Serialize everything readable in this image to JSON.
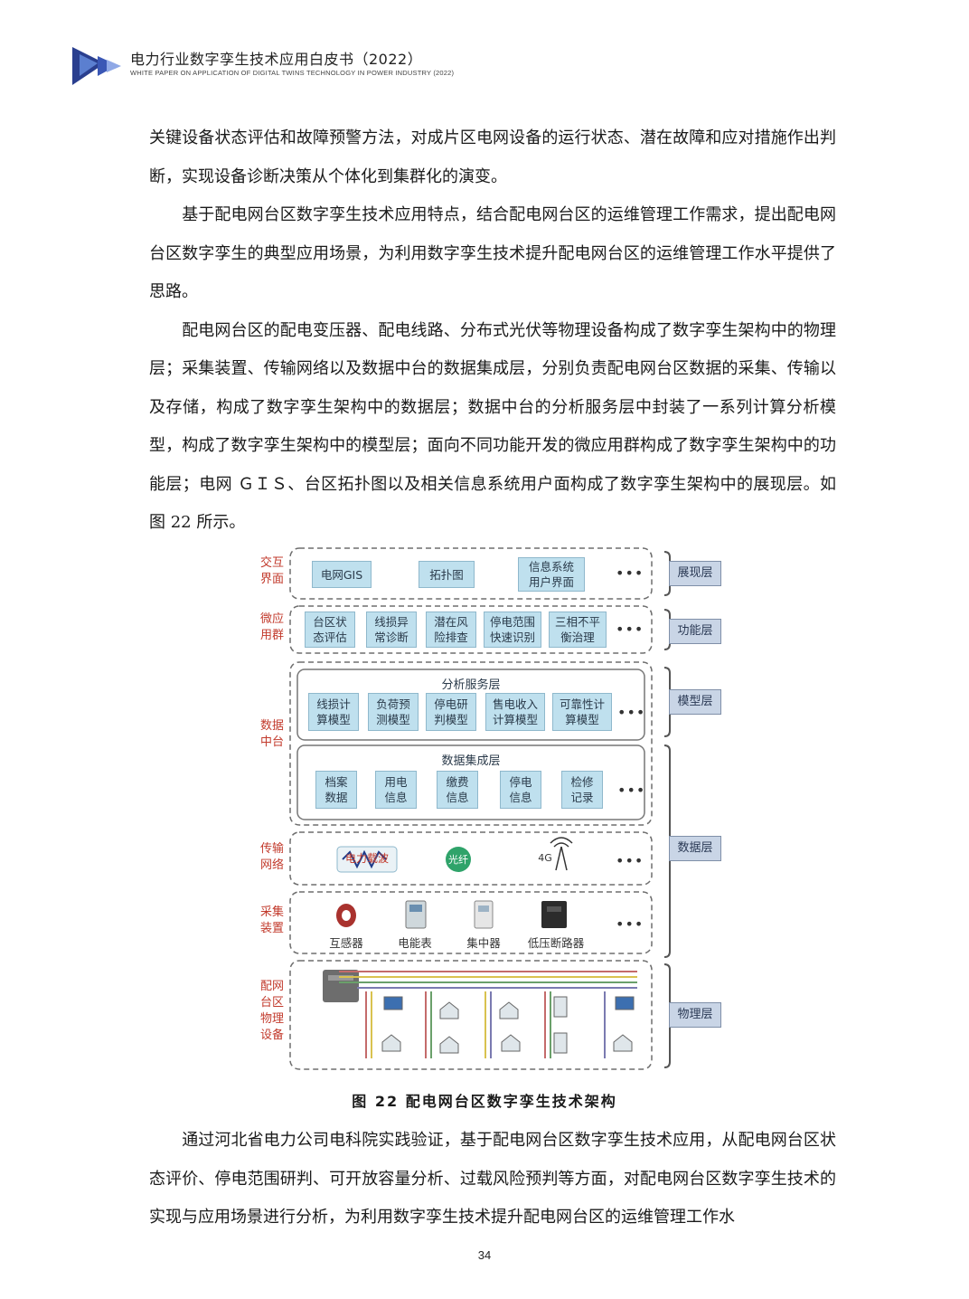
{
  "header": {
    "title": "电力行业数字孪生技术应用白皮书（2022）",
    "subtitle": "WHITE PAPER ON APPLICATION OF DIGITAL TWINS TECHNOLOGY IN POWER INDUSTRY (2022)"
  },
  "body_top": [
    "关键设备状态评估和故障预警方法，对成片区电网设备的运行状态、潜在故障和应对措施作出判断，实现设备诊断决策从个体化到集群化的演变。",
    "　　基于配电网台区数字孪生技术应用特点，结合配电网台区的运维管理工作需求，提出配电网台区数字孪生的典型应用场景，为利用数字孪生技术提升配电网台区的运维管理工作水平提供了思路。",
    "　　配电网台区的配电变压器、配电线路、分布式光伏等物理设备构成了数字孪生架构中的物理层；采集装置、传输网络以及数据中台的数据集成层，分别负责配电网台区数据的采集、传输以及存储，构成了数字孪生架构中的数据层；数据中台的分析服务层中封装了一系列计算分析模型，构成了数字孪生架构中的模型层；面向不同功能开发的微应用群构成了数字孪生架构中的功能层；电网 ＧＩＳ、台区拓扑图以及相关信息系统用户面构成了数字孪生架构中的展现层。如图 22 所示。"
  ],
  "figure": {
    "left_labels": {
      "interaction": "交互\n界面",
      "micro_apps": "微应\n用群",
      "data_platform": "数据\n中台",
      "transmission": "传输\n网络",
      "collection": "采集\n装置",
      "physical": "配网\n台区\n物理\n设备"
    },
    "layers": {
      "presentation": "展现层",
      "function": "功能层",
      "model": "模型层",
      "data": "数据层",
      "physical": "物理层"
    },
    "interaction_items": [
      "电网GIS",
      "拓扑图",
      "信息系统\n用户界面"
    ],
    "micro_app_items": [
      "台区状\n态评估",
      "线损异\n常诊断",
      "潜在风\n险排查",
      "停电范围\n快速识别",
      "三相不平\n衡治理"
    ],
    "analysis_title": "分析服务层",
    "analysis_items": [
      "线损计\n算模型",
      "负荷预\n测模型",
      "停电研\n判模型",
      "售电收入\n计算模型",
      "可靠性计\n算模型"
    ],
    "integration_title": "数据集成层",
    "integration_items": [
      "档案\n数据",
      "用电\n信息",
      "缴费\n信息",
      "停电\n信息",
      "检修\n记录"
    ],
    "transmission_items": [
      "电力载波",
      "光纤",
      "4G"
    ],
    "device_items": [
      "互感器",
      "电能表",
      "集中器",
      "低压断路器"
    ],
    "ellipsis": "•••"
  },
  "caption": "图 22  配电网台区数字孪生技术架构",
  "body_bottom": [
    "　　通过河北省电力公司电科院实践验证，基于配电网台区数字孪生技术应用，从配电网台区状态评价、停电范围研判、可开放容量分析、过载风险预判等方面，对配电网台区数字孪生技术的实现与应用场景进行分析，为利用数字孪生技术提升配电网台区的运维管理工作水"
  ],
  "page_number": "34"
}
